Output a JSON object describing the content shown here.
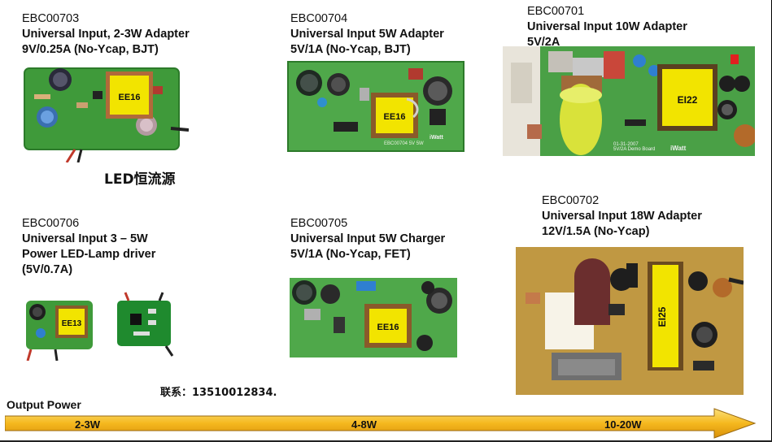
{
  "products": [
    {
      "code": "EBC00703",
      "line1": "Universal Input, 2-3W Adapter",
      "line2": "9V/0.25A (No-Ycap, BJT)",
      "transformer": "EE16"
    },
    {
      "code": "EBC00704",
      "line1": "Universal Input 5W Adapter",
      "line2": "5V/1A (No-Ycap, BJT)",
      "transformer": "EE16"
    },
    {
      "code": "EBC00701",
      "line1": "Universal Input 10W Adapter",
      "line2": "5V/2A",
      "transformer": "EI22"
    },
    {
      "code": "EBC00706",
      "line1": "Universal Input 3 – 5W",
      "line2": "Power LED-Lamp driver",
      "line3": "(5V/0.7A)",
      "transformer": "EE13"
    },
    {
      "code": "EBC00705",
      "line1": "Universal Input 5W Charger",
      "line2": "5V/1A (No-Ycap, FET)",
      "transformer": "EE16"
    },
    {
      "code": "EBC00702",
      "line1": "Universal Input 18W Adapter",
      "line2": "12V/1.5A (No-Ycap)",
      "transformer": "EI25"
    }
  ],
  "led_heading": "LED恒流源",
  "contact": "联系：13510012834.",
  "axis": {
    "title": "Output Power",
    "low": "2-3W",
    "mid": "4-8W",
    "high": "10-20W"
  },
  "board_texts": {
    "iwatt": "iWatt",
    "b1_silk": "EBC00704 5V 5W",
    "b3_silk": "5V/2A Demo Board",
    "b3_date": "01-31-2007"
  },
  "colors": {
    "pcb": "#3f9a3a",
    "pcb_dark": "#2c7a2a",
    "transformer": "#f2e400",
    "arrow": "#f5b81e"
  }
}
